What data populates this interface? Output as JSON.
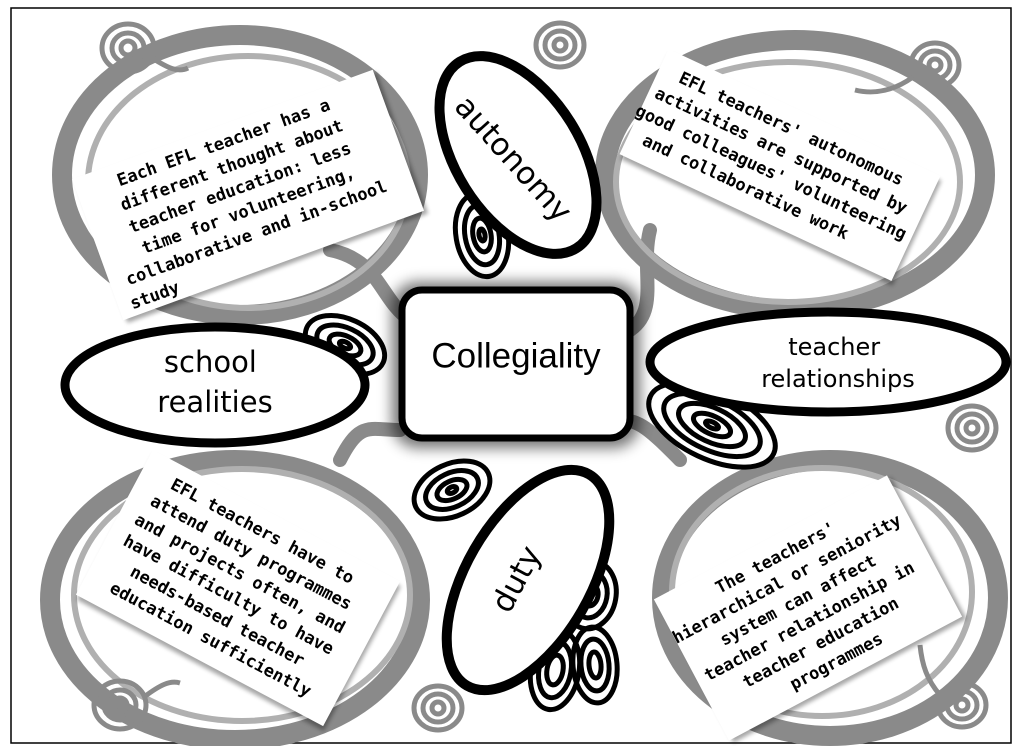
{
  "diagram": {
    "center": {
      "label": "Collegiality"
    },
    "themes": {
      "autonomy": "autonomy",
      "school_realities": [
        "school",
        "realities"
      ],
      "teacher_relationships": [
        "teacher",
        "relationships"
      ],
      "duty": "duty"
    },
    "notes": {
      "top_left": [
        "Each EFL teacher has a",
        "different thought about",
        "teacher education: less",
        "time for volunteering,",
        "collaborative and in-school",
        "study"
      ],
      "top_right": [
        "EFL teachers' autonomous",
        "activities are supported by",
        "good colleagues' volunteering",
        "and collaborative work"
      ],
      "bottom_left": [
        "EFL teachers have to",
        "attend duty programmes",
        "and projects often, and",
        "have difficulty to have",
        "needs-based teacher",
        "education sufficiently"
      ],
      "bottom_right": [
        "The teachers'",
        "hierarchical or seniority",
        "system can affect",
        "teacher relationship in",
        "teacher education",
        "programmes"
      ]
    },
    "colors": {
      "ring": "#8a8a8a",
      "ink": "#000000",
      "paper": "#ffffff"
    }
  }
}
